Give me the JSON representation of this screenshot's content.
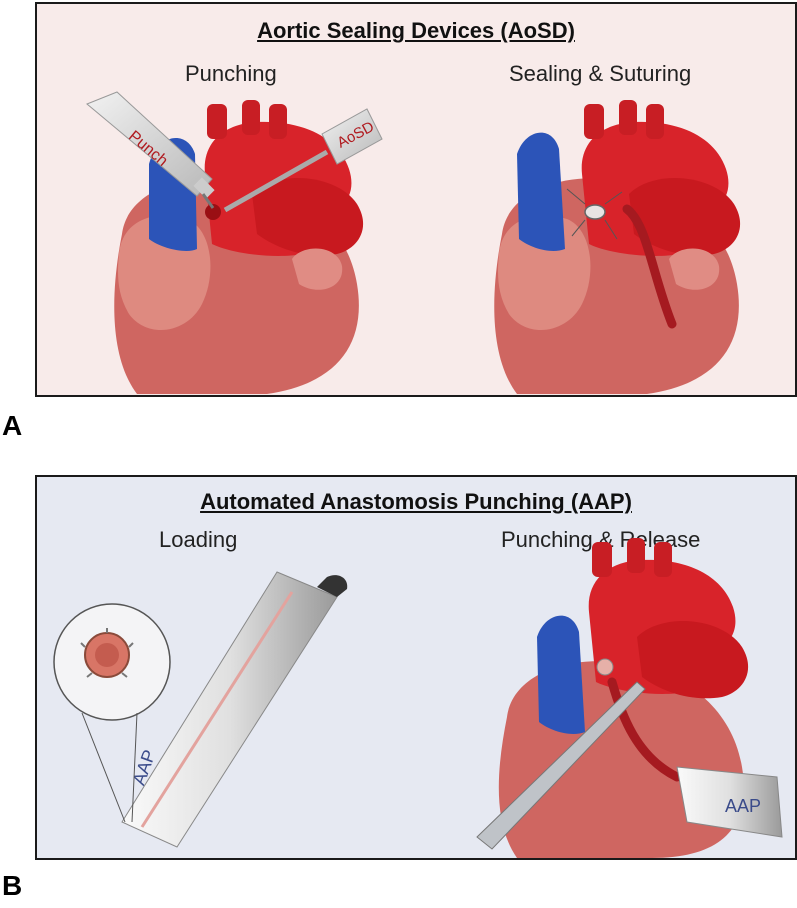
{
  "panel_a": {
    "letter": "A",
    "title": "Aortic Sealing Devices (AoSD)",
    "left_caption": "Punching",
    "right_caption": "Sealing & Suturing",
    "punch_tool_label": "Punch",
    "aosd_tool_label": "AoSD"
  },
  "panel_b": {
    "letter": "B",
    "title": "Automated Anastomosis Punching (AAP)",
    "left_caption": "Loading",
    "right_caption": "Punching & Release",
    "device_label": "AAP"
  },
  "colors": {
    "panel_a_bg": "#f8ebea",
    "panel_b_bg": "#e6e9f2",
    "aorta_red": "#d8232a",
    "vein_blue": "#2c54b8",
    "muscle_pink": "#d7706a"
  }
}
